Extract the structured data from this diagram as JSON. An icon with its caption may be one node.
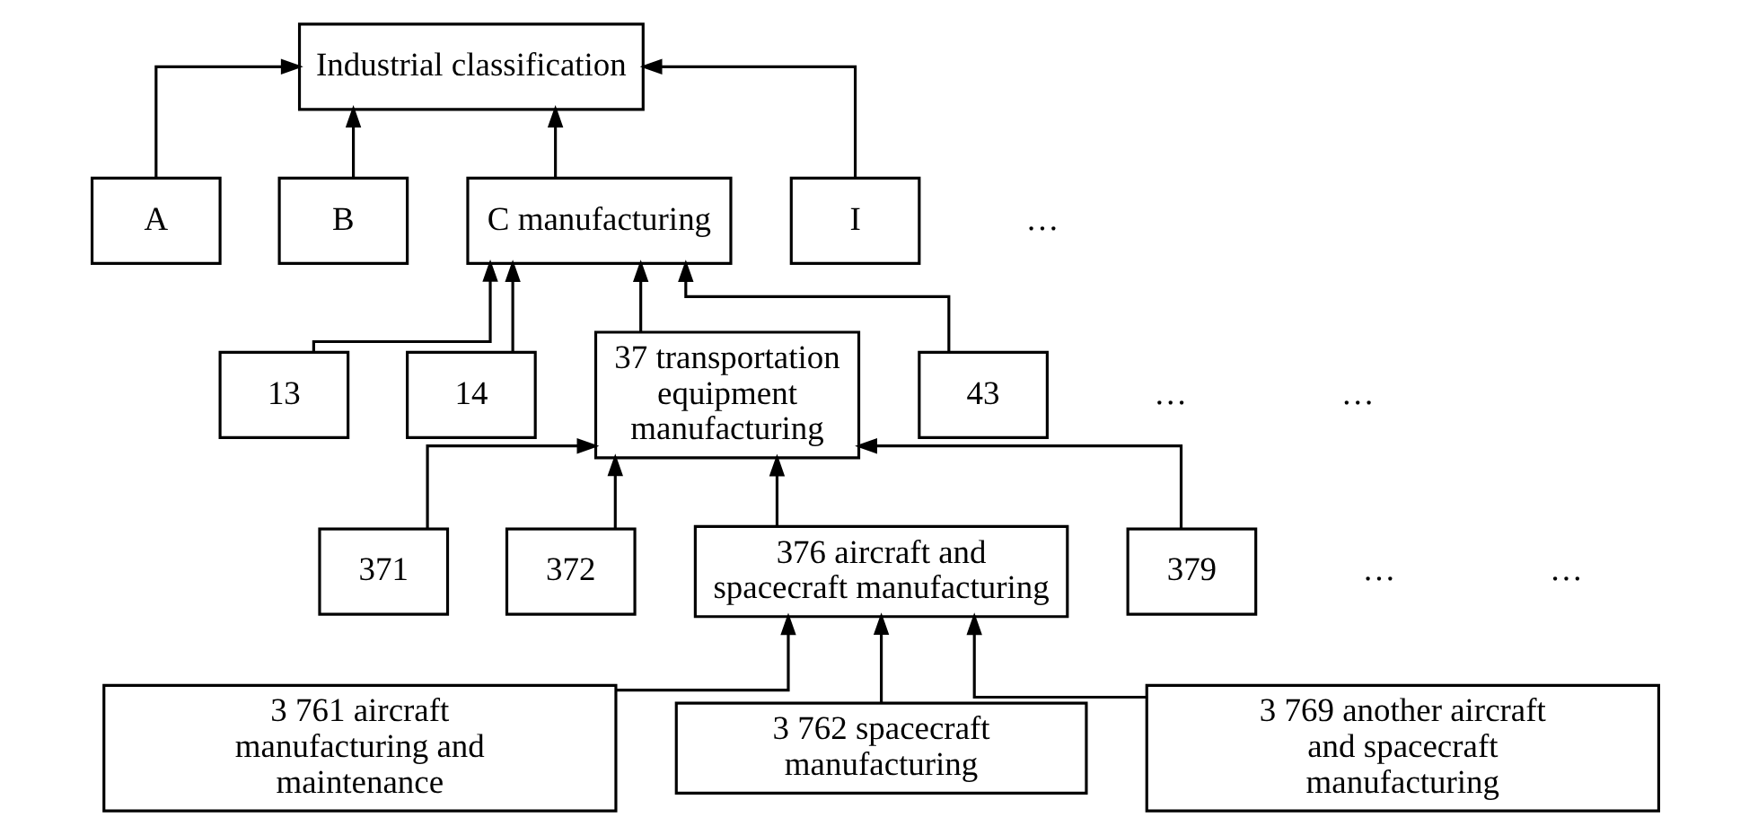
{
  "diagram": {
    "nodes": [
      {
        "text": [
          "Industrial classification"
        ]
      },
      {
        "text": [
          "A"
        ]
      },
      {
        "text": [
          "B"
        ]
      },
      {
        "text": [
          "C manufacturing"
        ]
      },
      {
        "text": [
          "I"
        ]
      },
      {
        "text": [
          "13"
        ]
      },
      {
        "text": [
          "14"
        ]
      },
      {
        "text": [
          "37 transportation equipment manufacturing"
        ]
      },
      {
        "text": [
          "43"
        ]
      },
      {
        "text": [
          "371"
        ]
      },
      {
        "text": [
          "372"
        ]
      },
      {
        "text": [
          "376 aircraft and spacecraft manufacturing"
        ]
      },
      {
        "text": [
          "379"
        ]
      },
      {
        "text": [
          "3 761 aircraft manufacturing and maintenance"
        ]
      },
      {
        "text": [
          "3 762 spacecraft manufacturing"
        ]
      },
      {
        "text": [
          "3 769 another aircraft and spacecraft manufacturing"
        ]
      }
    ],
    "edges": [
      {
        "from": 1,
        "to": 0,
        "arrow": "to"
      },
      {
        "from": 2,
        "to": 0,
        "arrow": "to"
      },
      {
        "from": 3,
        "to": 0,
        "arrow": "to"
      },
      {
        "from": 4,
        "to": 0,
        "arrow": "to"
      },
      {
        "from": 5,
        "to": 3,
        "arrow": "to"
      },
      {
        "from": 6,
        "to": 3,
        "arrow": "to"
      },
      {
        "from": 7,
        "to": 3,
        "arrow": "to"
      },
      {
        "from": 8,
        "to": 3,
        "arrow": "to"
      },
      {
        "from": 9,
        "to": 7,
        "arrow": "to"
      },
      {
        "from": 10,
        "to": 7,
        "arrow": "to"
      },
      {
        "from": 11,
        "to": 7,
        "arrow": "to"
      },
      {
        "from": 12,
        "to": 7,
        "arrow": "to"
      },
      {
        "from": 13,
        "to": 11,
        "arrow": "to"
      },
      {
        "from": 14,
        "to": 11,
        "arrow": "to"
      },
      {
        "from": 15,
        "to": 11,
        "arrow": "to"
      }
    ],
    "labels": [
      "…",
      "…",
      "…",
      "…",
      "…"
    ]
  }
}
